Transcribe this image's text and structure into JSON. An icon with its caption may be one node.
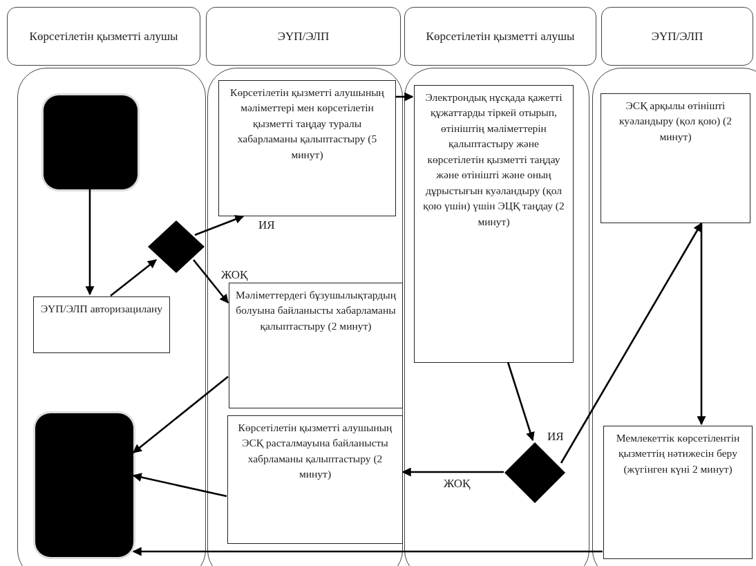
{
  "diagram": {
    "nodes": [
      {
        "text": [
          "Көрсетілетін қызметті алушы"
        ]
      },
      {
        "text": [
          "ЭҮП/ЭЛП"
        ]
      },
      {
        "text": [
          "Көрсетілетін қызметті алушы"
        ]
      },
      {
        "text": [
          "ЭҮП/ЭЛП"
        ]
      },
      {
        "text": [],
        "shape": "box"
      },
      {
        "text": [],
        "shape": "box"
      },
      {
        "text": [],
        "shape": "box"
      },
      {
        "text": [],
        "shape": "box"
      },
      {
        "text": [],
        "shape": "box",
        "in": 4
      },
      {
        "text": [
          "ЭҮП/ЭЛП авторизацилану"
        ],
        "in": 4
      },
      {
        "text": [],
        "shape": "diamond",
        "in": 4
      },
      {
        "text": [],
        "shape": "box",
        "in": 4
      },
      {
        "text": [
          "Көрсетілетін қызметті алушының мәліметтері мен көрсетілетін қызметті таңдау туралы хабарламаны қалыптастыру (5 минут)"
        ],
        "in": 5
      },
      {
        "text": [
          "Мәліметтердегі бұзушылықтардың болуына байланысты хабарламаны қалыптастыру (2 минут)"
        ],
        "in": 5
      },
      {
        "text": [
          "Көрсетілетін қызметті алушының ЭСҚ расталмауына байланысты хабрламаны қалыптастыру (2 минут)"
        ],
        "in": 5
      },
      {
        "text": [
          "Электрондық нұсқада қажетті құжаттарды тіркей отырып, өтініштің мәліметтерін қалыптастыру және көрсетілетін қызметті таңдау және өтінішті және оның дұрыстығын куәландыру (қол қою үшін) үшін ЭЦҚ таңдау (2 минут)"
        ],
        "in": 6
      },
      {
        "text": [],
        "shape": "diamond",
        "in": 6
      },
      {
        "text": [
          "ЭСҚ арқылы өтінішті куәландыру (қол қою) (2 минут)"
        ],
        "in": 7
      },
      {
        "text": [
          "Мемлекеттік көрсетілентін қызметтің нәтижесін беру (жүгінген күні 2 минут)"
        ],
        "in": 7
      }
    ],
    "edges": [
      {
        "from": 8,
        "to": 9,
        "arrow": "to"
      },
      {
        "from": 9,
        "to": 10,
        "arrow": "to"
      },
      {
        "from": 10,
        "to": 12,
        "arrow": "to",
        "label": "ИЯ"
      },
      {
        "from": 10,
        "to": 13,
        "arrow": "to",
        "label": "ЖОҚ"
      },
      {
        "from": 12,
        "to": 15,
        "arrow": "to"
      },
      {
        "from": 13,
        "to": 11,
        "arrow": "to"
      },
      {
        "from": 15,
        "to": 16,
        "arrow": "to"
      },
      {
        "from": 16,
        "to": 17,
        "arrow": "to",
        "label": "ИЯ"
      },
      {
        "from": 17,
        "to": 18,
        "arrow": "to"
      },
      {
        "from": 16,
        "to": 14,
        "arrow": "to",
        "label": "ЖОҚ"
      },
      {
        "from": 14,
        "to": 11,
        "arrow": "to"
      },
      {
        "from": 18,
        "to": 11,
        "arrow": "to"
      }
    ]
  }
}
